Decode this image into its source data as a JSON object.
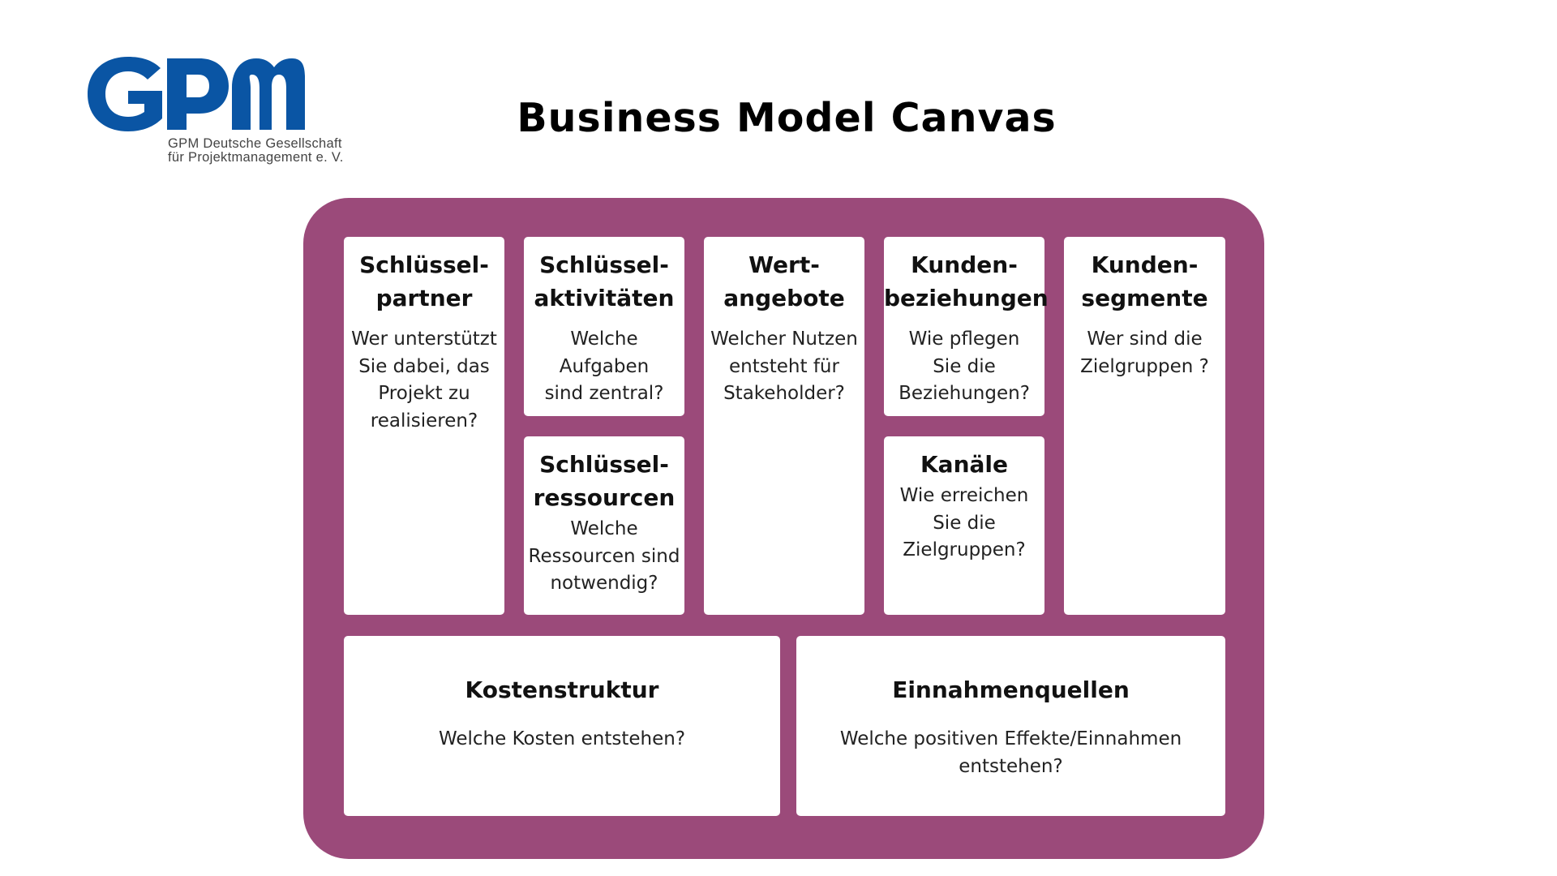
{
  "logo": {
    "wordmark": "GPM",
    "org_line_1": "GPM Deutsche Gesellschaft",
    "org_line_2": "für Projektmanagement e. V.",
    "brand_color": "#0a55a4"
  },
  "title": "Business Model Canvas",
  "colors": {
    "frame": "#9b4a7a",
    "block": "#ffffff",
    "text": "#111111"
  },
  "canvas": {
    "key_partners": {
      "title": "Schlüssel-\npartner",
      "question": "Wer unterstützt\nSie dabei, das\nProjekt zu\nrealisieren?"
    },
    "key_activities": {
      "title": "Schlüssel-\naktivitäten",
      "question": "Welche\nAufgaben\nsind zentral?"
    },
    "key_resources": {
      "title": "Schlüssel-\nressourcen",
      "question": "Welche\nRessourcen sind\nnotwendig?"
    },
    "value_propositions": {
      "title": "Wert-\nangebote",
      "question": "Welcher Nutzen\nentsteht für\nStakeholder?"
    },
    "customer_relationships": {
      "title": "Kunden-\nbeziehungen",
      "question": "Wie pflegen\nSie die\nBeziehungen?"
    },
    "channels": {
      "title": "Kanäle",
      "question": "Wie erreichen\nSie die\nZielgruppen?"
    },
    "customer_segments": {
      "title": "Kunden-\nsegmente",
      "question": "Wer sind die\nZielgruppen ?"
    },
    "cost_structure": {
      "title": "Kostenstruktur",
      "question": "Welche Kosten entstehen?"
    },
    "revenue_streams": {
      "title": "Einnahmenquellen",
      "question": "Welche positiven Effekte/Einnahmen\nentstehen?"
    }
  }
}
